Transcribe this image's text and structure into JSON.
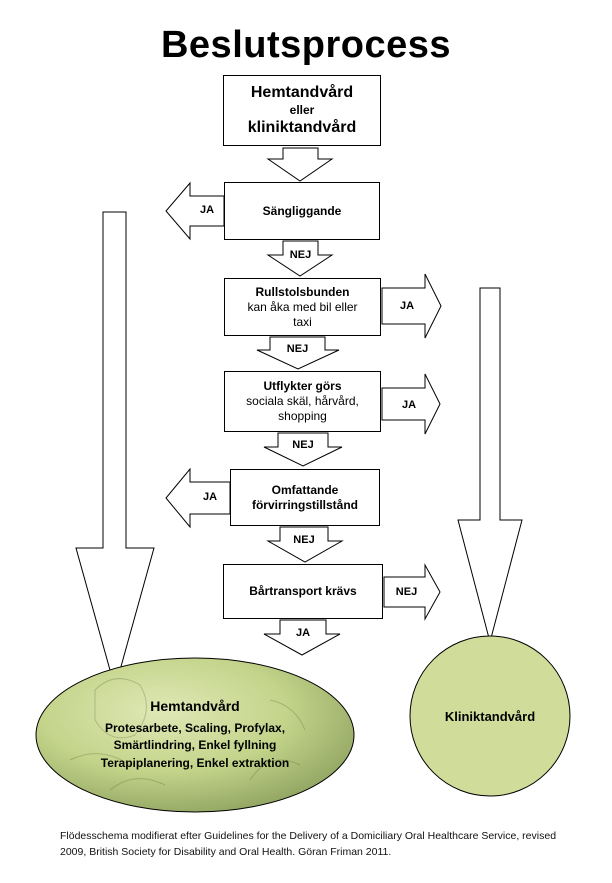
{
  "title": "Beslutsprocess",
  "start_box": {
    "line1": "Hemtandvård",
    "line2": "eller",
    "line3": "kliniktandvård"
  },
  "steps": [
    {
      "title": "Sängliggande",
      "detail": "",
      "yes_label": "JA",
      "no_label": "NEJ"
    },
    {
      "title": "Rullstolsbunden",
      "detail": "kan åka med bil eller taxi",
      "yes_label": "JA",
      "no_label": "NEJ"
    },
    {
      "title": "Utflykter görs",
      "detail": "sociala skäl, hårvård, shopping",
      "yes_label": "JA",
      "no_label": "NEJ"
    },
    {
      "title": "Omfattande förvirringstillstånd",
      "detail": "",
      "yes_label": "JA",
      "no_label": "NEJ"
    },
    {
      "title": "Bårtransport krävs",
      "detail": "",
      "no_label": "NEJ",
      "yes_label": "JA"
    }
  ],
  "outcomes": {
    "home": {
      "title": "Hemtandvård",
      "items": "Protesarbete, Scaling, Profylax, Smärtlindring, Enkel fyllning Terapiplanering, Enkel extraktion"
    },
    "clinic": {
      "title": "Kliniktandvård"
    }
  },
  "footer": "Flödesschema modifierat efter Guidelines for the Delivery of a Domiciliary Oral Healthcare Service, revised 2009, British Society for Disability and Oral Health. Göran Friman 2011.",
  "colors": {
    "oval_fill": "#cfdc9a",
    "oval_fill_dark": "#b7c97a",
    "line": "#000000",
    "arrow_fill": "#ffffff"
  }
}
